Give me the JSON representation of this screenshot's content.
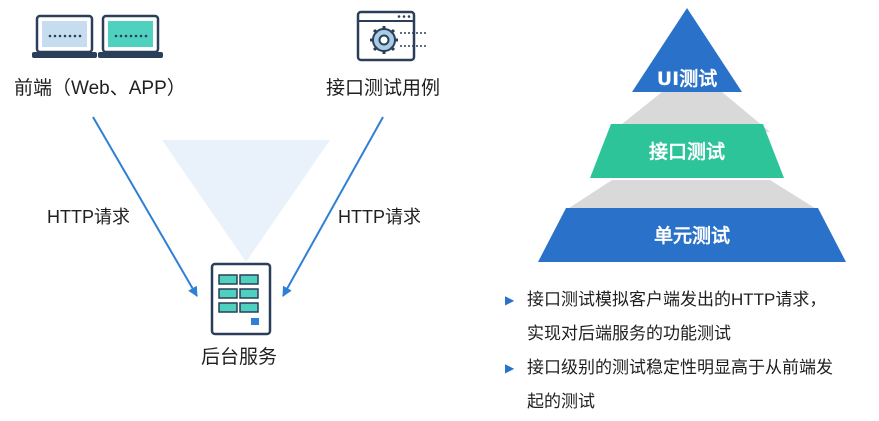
{
  "left": {
    "frontend_label": "前端（Web、APP）",
    "test_case_label": "接口测试用例",
    "http_left": "HTTP请求",
    "http_right": "HTTP请求",
    "backend_label": "后台服务"
  },
  "pyramid": {
    "top": "UI测试",
    "middle": "接口测试",
    "bottom": "单元测试"
  },
  "bullets": [
    {
      "line1": "接口测试模拟客户端发出的HTTP请求，",
      "line2": "实现对后端服务的功能测试"
    },
    {
      "line1": "接口级别的测试稳定性明显高于从前端发",
      "line2": "起的测试"
    }
  ],
  "colors": {
    "blue": "#2a72c9",
    "green": "#2dc49a",
    "arrow": "#2f7fd4",
    "gray_band": "#d9d9d9"
  }
}
